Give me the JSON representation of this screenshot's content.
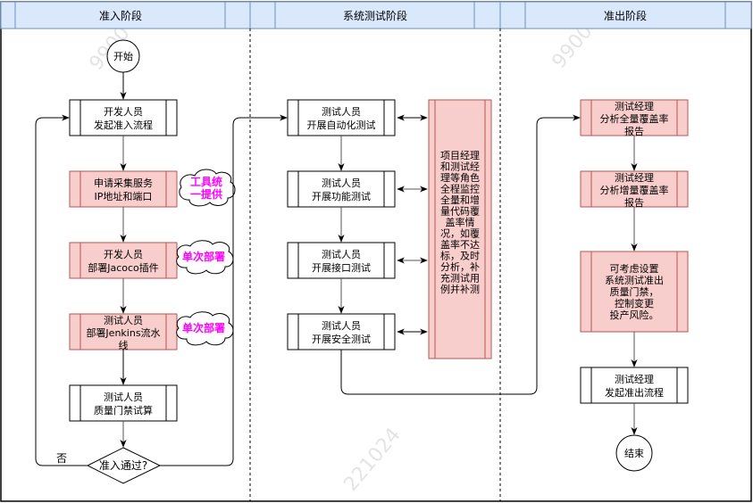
{
  "lanes": [
    {
      "title": "准入阶段"
    },
    {
      "title": "系统测试阶段"
    },
    {
      "title": "准出阶段"
    }
  ],
  "colors": {
    "header_fill": "#dae8fc",
    "header_stroke": "#6c8ebf",
    "pink_fill": "#f8cecc",
    "pink_stroke": "#b85450",
    "cloud_text": "#ff00ff"
  },
  "nodes": {
    "start": "开始",
    "dev_initiate": [
      "开发人员",
      "发起准入流程"
    ],
    "apply_service": [
      "申请采集服务",
      "IP地址和端口"
    ],
    "deploy_jacoco": [
      "开发人员",
      "部署Jacoco插件"
    ],
    "deploy_jenkins": [
      "测试人员",
      "部署Jenkins流水",
      "线"
    ],
    "gate_trial": [
      "测试人员",
      "质量门禁试算"
    ],
    "decision": "准入通过?",
    "decision_no": "否",
    "auto_test": [
      "测试人员",
      "开展自动化测试"
    ],
    "func_test": [
      "测试人员",
      "开展功能测试"
    ],
    "api_test": [
      "测试人员",
      "开展接口测试"
    ],
    "sec_test": [
      "测试人员",
      "开展安全测试"
    ],
    "monitor": [
      "项目经理",
      "和测试经",
      "理等角色",
      "全程监控",
      "全量和增",
      "量代码覆",
      "盖率情",
      "况，如覆",
      "盖率不达",
      "标，及时",
      "分析，补",
      "充测试用",
      "例并补测"
    ],
    "full_report": [
      "测试经理",
      "分析全量覆盖率",
      "报告"
    ],
    "incr_report": [
      "测试经理",
      "分析增量覆盖率",
      "报告"
    ],
    "exit_gate": [
      "可考虑设置",
      "系统测试准出",
      "质量门禁，",
      "控制变更",
      "投产风险。"
    ],
    "exit_initiate": [
      "测试经理",
      "发起准出流程"
    ],
    "end": "结束"
  },
  "clouds": {
    "tool_provided": [
      "工具统",
      "一提供"
    ],
    "single_deploy_1": "单次部署",
    "single_deploy_2": "单次部署"
  },
  "watermarks": [
    "9900",
    "9900",
    "221024"
  ]
}
